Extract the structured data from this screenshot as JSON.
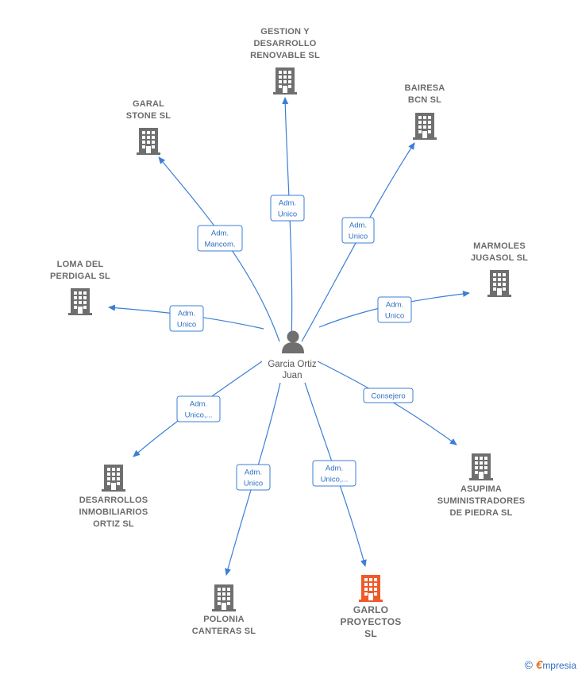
{
  "person": {
    "name_line1": "Garcia Ortiz",
    "name_line2": "Juan",
    "icon": "person-icon"
  },
  "colors": {
    "edge": "#3a7fd5",
    "building": "#6f6f6f",
    "building_highlight": "#f05a28"
  },
  "companies": [
    {
      "id": "gestion",
      "lines": [
        "GESTION Y",
        "DESARROLLO",
        "RENOVABLE SL"
      ],
      "role": [
        "Adm.",
        "Unico"
      ],
      "highlight": false
    },
    {
      "id": "bairesa",
      "lines": [
        "BAIRESA",
        "BCN  SL"
      ],
      "role": [
        "Adm.",
        "Unico"
      ],
      "highlight": false
    },
    {
      "id": "garal",
      "lines": [
        "GARAL",
        "STONE  SL"
      ],
      "role": [
        "Adm.",
        "Mancom."
      ],
      "highlight": false
    },
    {
      "id": "marmoles",
      "lines": [
        "MARMOLES",
        "JUGASOL  SL"
      ],
      "role": [
        "Adm.",
        "Unico"
      ],
      "highlight": false
    },
    {
      "id": "loma",
      "lines": [
        "LOMA DEL",
        "PERDIGAL SL"
      ],
      "role": [
        "Adm.",
        "Unico"
      ],
      "highlight": false
    },
    {
      "id": "desarrollos",
      "lines": [
        "DESARROLLOS",
        "INMOBILIARIOS",
        "ORTIZ  SL"
      ],
      "role": [
        "Adm.",
        "Unico,..."
      ],
      "highlight": false
    },
    {
      "id": "asupima",
      "lines": [
        "ASUPIMA",
        "SUMINISTRADORES",
        "DE PIEDRA SL"
      ],
      "role": [
        "Consejero"
      ],
      "highlight": false
    },
    {
      "id": "polonia",
      "lines": [
        "POLONIA",
        "CANTERAS SL"
      ],
      "role": [
        "Adm.",
        "Unico"
      ],
      "highlight": false
    },
    {
      "id": "garlo",
      "lines": [
        "GARLO",
        "PROYECTOS",
        "SL"
      ],
      "role": [
        "Adm.",
        "Unico,..."
      ],
      "highlight": true
    }
  ],
  "footer": {
    "symbol": "©",
    "brand_initial": "€",
    "brand_rest": "mpresia"
  }
}
